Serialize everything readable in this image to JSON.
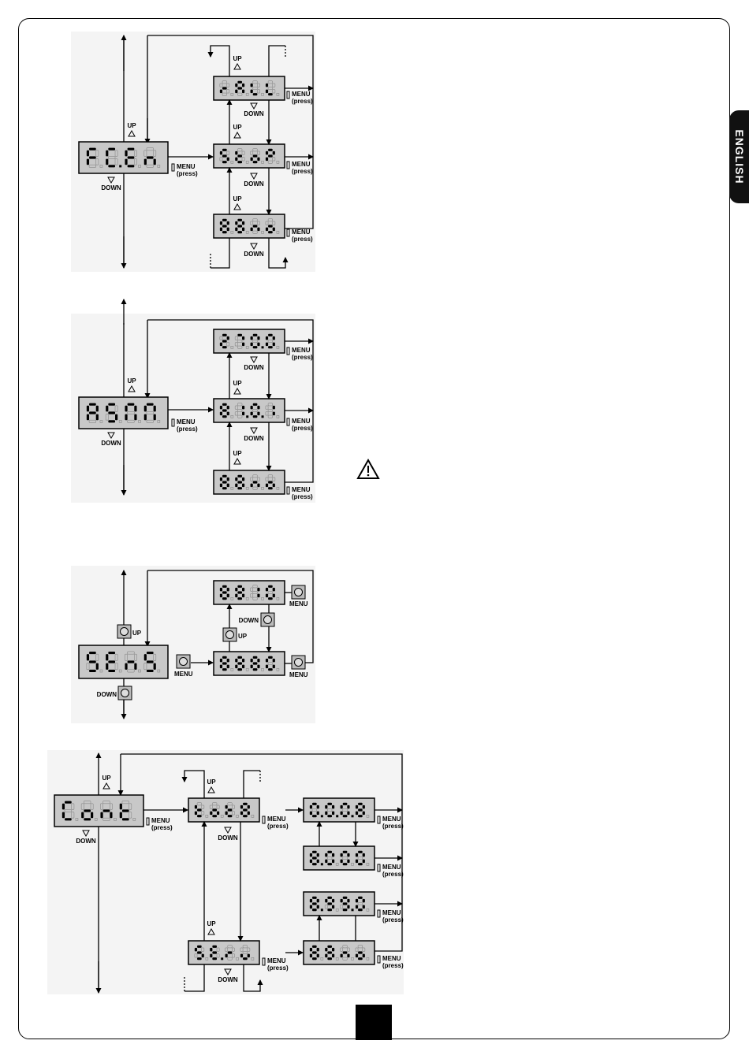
{
  "tab": {
    "label": "ENGLISH"
  },
  "labels": {
    "up": "UP",
    "down": "DOWN",
    "menu": "MENU",
    "press": "(press)"
  },
  "diagrams": [
    {
      "id": "fcen",
      "main": "FC.En",
      "options": [
        "rALL",
        "StoP",
        "no"
      ]
    },
    {
      "id": "asm",
      "main": "ASM",
      "options": [
        "2.00",
        "1.01",
        "no"
      ]
    },
    {
      "id": "sens",
      "main": "SEnS",
      "options": [
        "10",
        "0"
      ]
    },
    {
      "id": "cont",
      "main": "Cont",
      "submenus": [
        "tot",
        "SErv"
      ],
      "values": [
        "0.0.0",
        "0.00",
        "99.0",
        "no"
      ]
    }
  ]
}
